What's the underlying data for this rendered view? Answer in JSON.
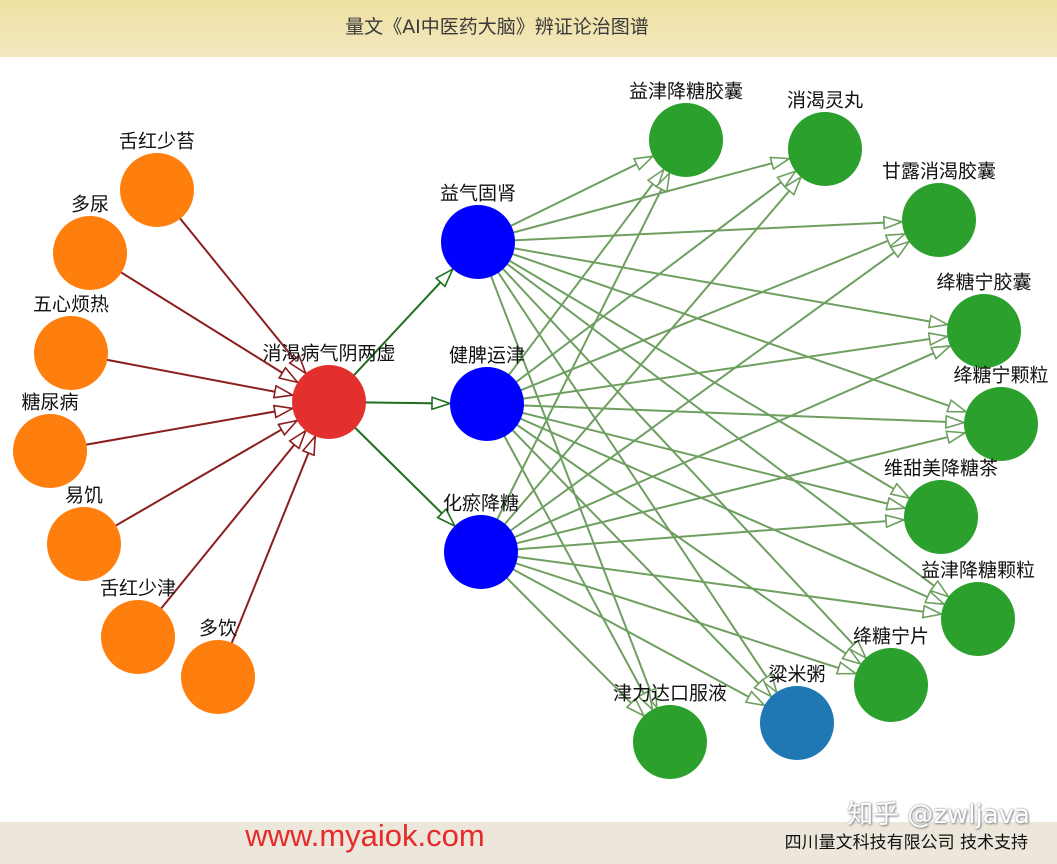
{
  "title": "量文《AI中医药大脑》辨证论治图谱",
  "graph": {
    "nodes": [
      {
        "label": "舌红少苔",
        "color": "#ff7f0e"
      },
      {
        "label": "多尿",
        "color": "#ff7f0e"
      },
      {
        "label": "五心烦热",
        "color": "#ff7f0e"
      },
      {
        "label": "糖尿病",
        "color": "#ff7f0e"
      },
      {
        "label": "易饥",
        "color": "#ff7f0e"
      },
      {
        "label": "舌红少津",
        "color": "#ff7f0e"
      },
      {
        "label": "多饮",
        "color": "#ff7f0e"
      },
      {
        "label": "消渴病气阴两虚",
        "color": "#e3302f"
      },
      {
        "label": "益气固肾",
        "color": "#0000ff"
      },
      {
        "label": "健脾运津",
        "color": "#0000ff"
      },
      {
        "label": "化瘀降糖",
        "color": "#0000ff"
      },
      {
        "label": "益津降糖胶囊",
        "color": "#2ca02c"
      },
      {
        "label": "消渴灵丸",
        "color": "#2ca02c"
      },
      {
        "label": "甘露消渴胶囊",
        "color": "#2ca02c"
      },
      {
        "label": "绛糖宁胶囊",
        "color": "#2ca02c"
      },
      {
        "label": "绛糖宁颗粒",
        "color": "#2ca02c"
      },
      {
        "label": "维甜美降糖茶",
        "color": "#2ca02c"
      },
      {
        "label": "益津降糖颗粒",
        "color": "#2ca02c"
      },
      {
        "label": "绛糖宁片",
        "color": "#2ca02c"
      },
      {
        "label": "粱米粥",
        "color": "#1f77b4"
      },
      {
        "label": "津力达口服液",
        "color": "#2ca02c"
      }
    ],
    "edges": [
      {
        "color": "#8b1e1e",
        "links": [
          [
            0,
            7
          ],
          [
            1,
            7
          ],
          [
            2,
            7
          ],
          [
            3,
            7
          ],
          [
            4,
            7
          ],
          [
            5,
            7
          ],
          [
            6,
            7
          ]
        ]
      },
      {
        "color": "#1e6e1e",
        "links": [
          [
            7,
            8
          ],
          [
            7,
            9
          ],
          [
            7,
            10
          ]
        ]
      },
      {
        "color": "#6e9f60",
        "links": [
          [
            8,
            11
          ],
          [
            8,
            12
          ],
          [
            8,
            13
          ],
          [
            8,
            14
          ],
          [
            8,
            15
          ],
          [
            8,
            16
          ],
          [
            8,
            17
          ],
          [
            8,
            18
          ],
          [
            8,
            19
          ],
          [
            8,
            20
          ],
          [
            9,
            11
          ],
          [
            9,
            12
          ],
          [
            9,
            13
          ],
          [
            9,
            14
          ],
          [
            9,
            15
          ],
          [
            9,
            16
          ],
          [
            9,
            17
          ],
          [
            9,
            18
          ],
          [
            9,
            19
          ],
          [
            9,
            20
          ],
          [
            10,
            11
          ],
          [
            10,
            12
          ],
          [
            10,
            13
          ],
          [
            10,
            14
          ],
          [
            10,
            15
          ],
          [
            10,
            16
          ],
          [
            10,
            17
          ],
          [
            10,
            18
          ],
          [
            10,
            19
          ],
          [
            10,
            20
          ]
        ]
      }
    ]
  },
  "footer": {
    "website": "www.myaiok.com",
    "support": "四川量文科技有限公司 技术支持"
  },
  "watermark": "知乎 @zwljava"
}
